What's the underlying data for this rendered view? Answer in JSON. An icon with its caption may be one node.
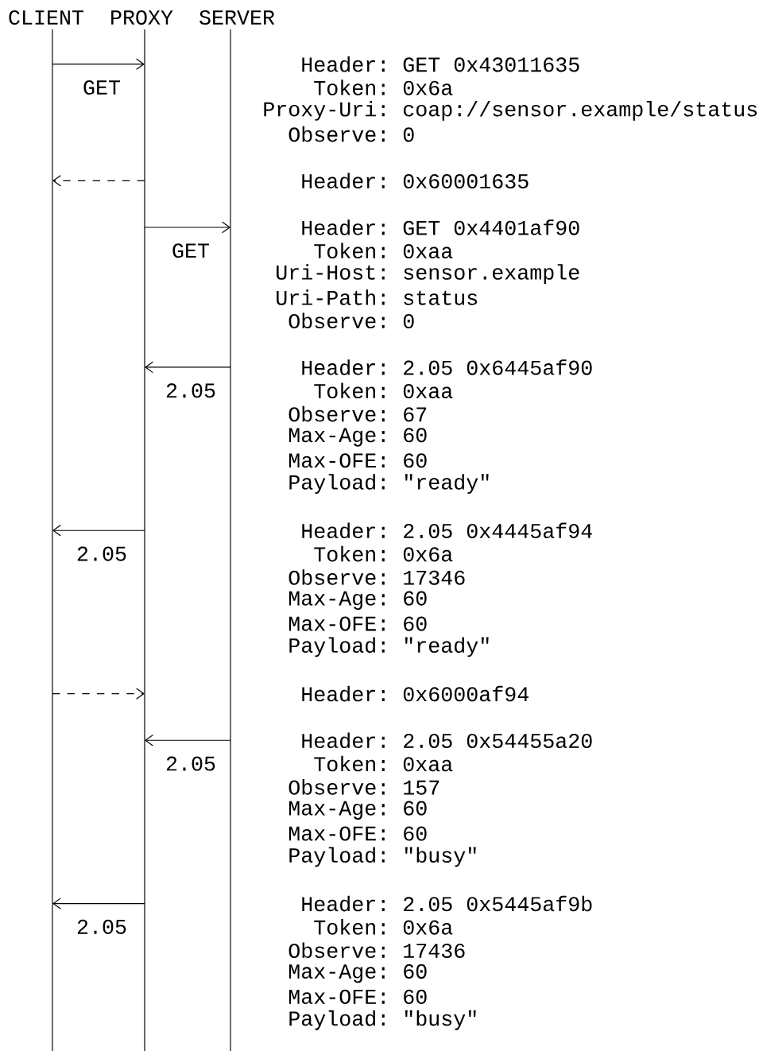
{
  "diagram": {
    "nodes": [
      {
        "text": [
          "CLIENT"
        ]
      },
      {
        "text": [
          "PROXY"
        ]
      },
      {
        "text": [
          "SERVER"
        ]
      }
    ],
    "edges": [
      {
        "from": 0,
        "to": 1,
        "arrow": "to",
        "label": "GET"
      },
      {
        "from": 1,
        "to": 0,
        "arrow": "to",
        "style": "dashed"
      },
      {
        "from": 1,
        "to": 2,
        "arrow": "to",
        "label": "GET"
      },
      {
        "from": 2,
        "to": 1,
        "arrow": "to",
        "label": "2.05"
      },
      {
        "from": 1,
        "to": 0,
        "arrow": "to",
        "label": "2.05"
      },
      {
        "from": 0,
        "to": 1,
        "arrow": "to",
        "style": "dashed"
      },
      {
        "from": 2,
        "to": 1,
        "arrow": "to",
        "label": "2.05"
      },
      {
        "from": 1,
        "to": 0,
        "arrow": "to",
        "label": "2.05"
      }
    ],
    "labels": [
      "Header: GET 0x43011635",
      "Token: 0x6a",
      "Proxy-Uri: coap://sensor.example/status",
      "Observe: 0",
      "Header: 0x60001635",
      "Header: GET 0x4401af90",
      "Token: 0xaa",
      "Uri-Host: sensor.example",
      "Uri-Path: status",
      "Observe: 0",
      "Header: 2.05 0x6445af90",
      "Token: 0xaa",
      "Observe: 67",
      "Max-Age: 60",
      "Max-OFE: 60",
      "Payload: \"ready\"",
      "Header: 2.05 0x4445af94",
      "Token: 0x6a",
      "Observe: 17346",
      "Max-Age: 60",
      "Max-OFE: 60",
      "Payload: \"ready\"",
      "Header: 0x6000af94",
      "Header: 2.05 0x54455a20",
      "Token: 0xaa",
      "Observe: 157",
      "Max-Age: 60",
      "Max-OFE: 60",
      "Payload: \"busy\"",
      "Header: 2.05 0x5445af9b",
      "Token: 0x6a",
      "Observe: 17436",
      "Max-Age: 60",
      "Max-OFE: 60",
      "Payload: \"busy\""
    ]
  }
}
